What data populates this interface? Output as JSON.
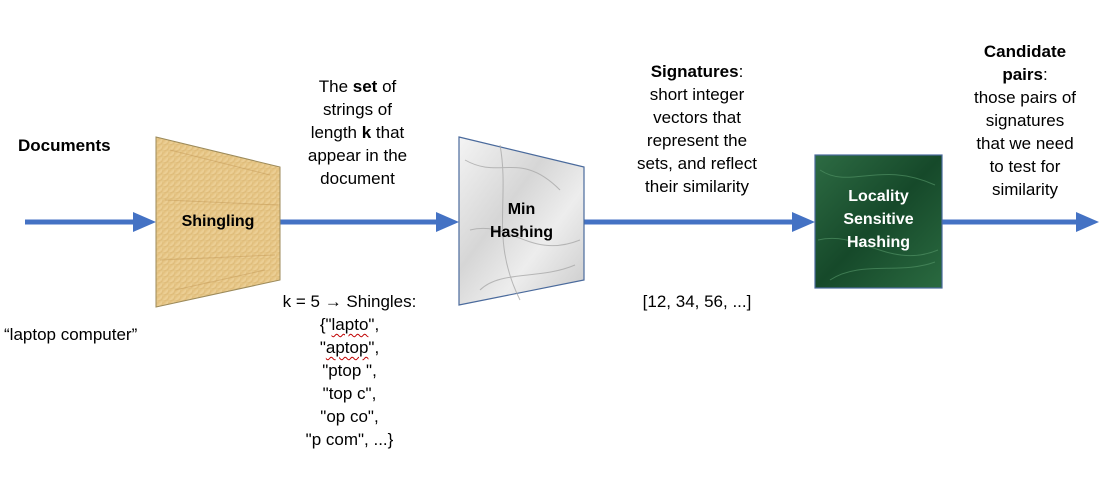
{
  "documents_label": "Documents",
  "example_input": "“laptop computer”",
  "stages": {
    "shingling": "Shingling",
    "minhash_line1": "Min",
    "minhash_line2": "Hashing",
    "lsh_line1": "Locality",
    "lsh_line2": "Sensitive",
    "lsh_line3": "Hashing"
  },
  "shingle_desc": {
    "l1_pre": "The ",
    "l1_bold": "set",
    "l1_post": " of",
    "l2": "strings of",
    "l3_pre": "length ",
    "l3_bold": "k",
    "l3_post": " that",
    "l4": "appear in the",
    "l5": "document"
  },
  "signature_desc": {
    "title": "Signatures",
    "title_suffix": ":",
    "l1": "short integer",
    "l2": "vectors that",
    "l3": "represent the",
    "l4": "sets, and reflect",
    "l5": "their similarity"
  },
  "candidate_desc": {
    "title_l1": "Candidate",
    "title_l2": "pairs",
    "title_suffix": ":",
    "l1": "those pairs of",
    "l2": "signatures",
    "l3": "that we need",
    "l4": "to test for",
    "l5": "similarity"
  },
  "shingle_example": {
    "header": "k = 5 → Shingles:",
    "open": "{\"",
    "s1": "lapto",
    "s1_close": "\",",
    "s2_open": "\"",
    "s2": "aptop",
    "s2_close": "\",",
    "l3": "\"ptop \",",
    "l4": "\"top c\",",
    "l5": "\"op co\",",
    "l6": "\"p com\", ...}"
  },
  "signature_example": "[12, 34, 56, ...]",
  "colors": {
    "arrow": "#4472c4",
    "shingling_fill": "#e8c98a",
    "minhash_fill": "#dcdcdc",
    "lsh_fill": "#1f5a35",
    "outline": "#4a6a9c"
  }
}
